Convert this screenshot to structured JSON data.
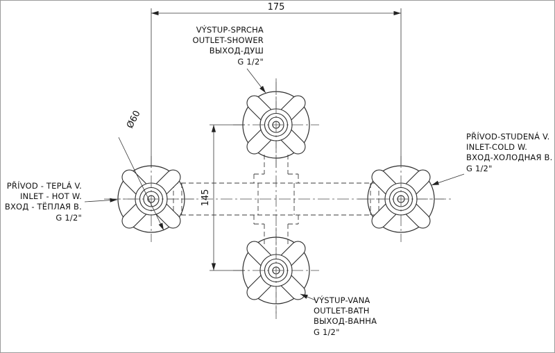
{
  "dimensions": {
    "width": "175",
    "height": "145",
    "diameter": "Ø60"
  },
  "connections": {
    "shower": {
      "lines": [
        "VÝSTUP-SPRCHA",
        "OUTLET-SHOWER",
        "ВЫХОД-ДУШ",
        "G 1/2\""
      ]
    },
    "hot": {
      "lines": [
        "PŘÍVOD - TEPLÁ V.",
        "INLET - HOT W.",
        "ВХОД - ТЁПЛАЯ В.",
        "G 1/2\""
      ]
    },
    "cold": {
      "lines": [
        "PŘÍVOD-STUDENÁ V.",
        "INLET-COLD W.",
        "ВХОД-ХОЛОДНАЯ В.",
        "G 1/2\""
      ]
    },
    "bath": {
      "lines": [
        "VÝSTUP-VANA",
        "OUTLET-BATH",
        "ВЫХОД-ВАННА",
        "G 1/2\""
      ]
    }
  },
  "colors": {
    "line": "#2b2b2b",
    "text": "#111111",
    "background": "#ffffff"
  }
}
